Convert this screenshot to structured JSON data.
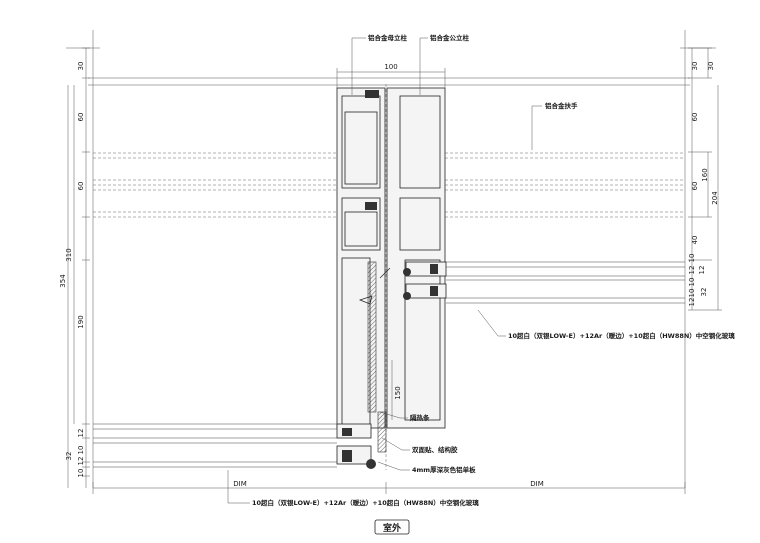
{
  "labels": {
    "mother_mullion": "铝合金母立柱",
    "male_mullion": "铝合金公立柱",
    "handrail": "铝合金扶手",
    "glass_spec_right": "10超白（双银LOW-E）+12Ar（暖边）+10超白（HW88N）中空钢化玻璃",
    "glass_spec_bottom": "10超白（双银LOW-E）+12Ar（暖边）+10超白（HW88N）中空钢化玻璃",
    "insulation_strip": "隔热条",
    "sealant": "双面贴、结构胶",
    "aluminum_panel": "4mm厚深灰色铝单板",
    "dim_word_left": "DIM",
    "dim_word_right": "DIM",
    "exterior": "室外"
  },
  "dims": {
    "top_width": "100",
    "left_total": "354",
    "left_upper": "310",
    "left_lower": "190",
    "left_30": "30",
    "left_60a": "60",
    "left_60b": "60",
    "left_12": "12",
    "left_32": "32",
    "left_10a": "10",
    "left_12b": "12",
    "left_10b": "10",
    "right_30a": "30",
    "right_30b": "30",
    "right_60a": "60",
    "right_60b": "60",
    "right_40": "40",
    "right_160": "160",
    "right_204": "204",
    "right_12a": "12",
    "right_10a": "10",
    "right_12b": "12",
    "right_32": "32",
    "right_10b": "10",
    "right_12c": "12",
    "right_10c": "10",
    "mid_150": "150"
  }
}
